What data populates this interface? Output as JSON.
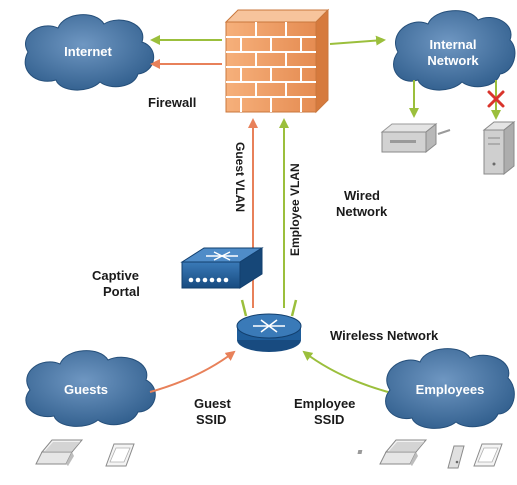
{
  "clouds": {
    "internet": "Internet",
    "internal_network": [
      "Internal",
      "Network"
    ],
    "guests": "Guests",
    "employees": "Employees"
  },
  "labels": {
    "firewall": "Firewall",
    "guest_vlan": "Guest VLAN",
    "employee_vlan": "Employee VLAN",
    "wired_network": [
      "Wired",
      "Network"
    ],
    "captive_portal": [
      "Captive",
      "Portal"
    ],
    "wireless_network": "Wireless Network",
    "guest_ssid": [
      "Guest",
      "SSID"
    ],
    "employee_ssid": [
      "Employee",
      "SSID"
    ]
  },
  "colors": {
    "cloud": "#2f5f8e",
    "cloud_shade": "#5c86b3",
    "firewall": "#f0a269",
    "firewall_mortar": "#ffffff",
    "guest_arrow": "#e8815a",
    "employee_arrow": "#9bbf3c",
    "device_blue": "#1f5d9a",
    "blocked": "#d9342b"
  }
}
